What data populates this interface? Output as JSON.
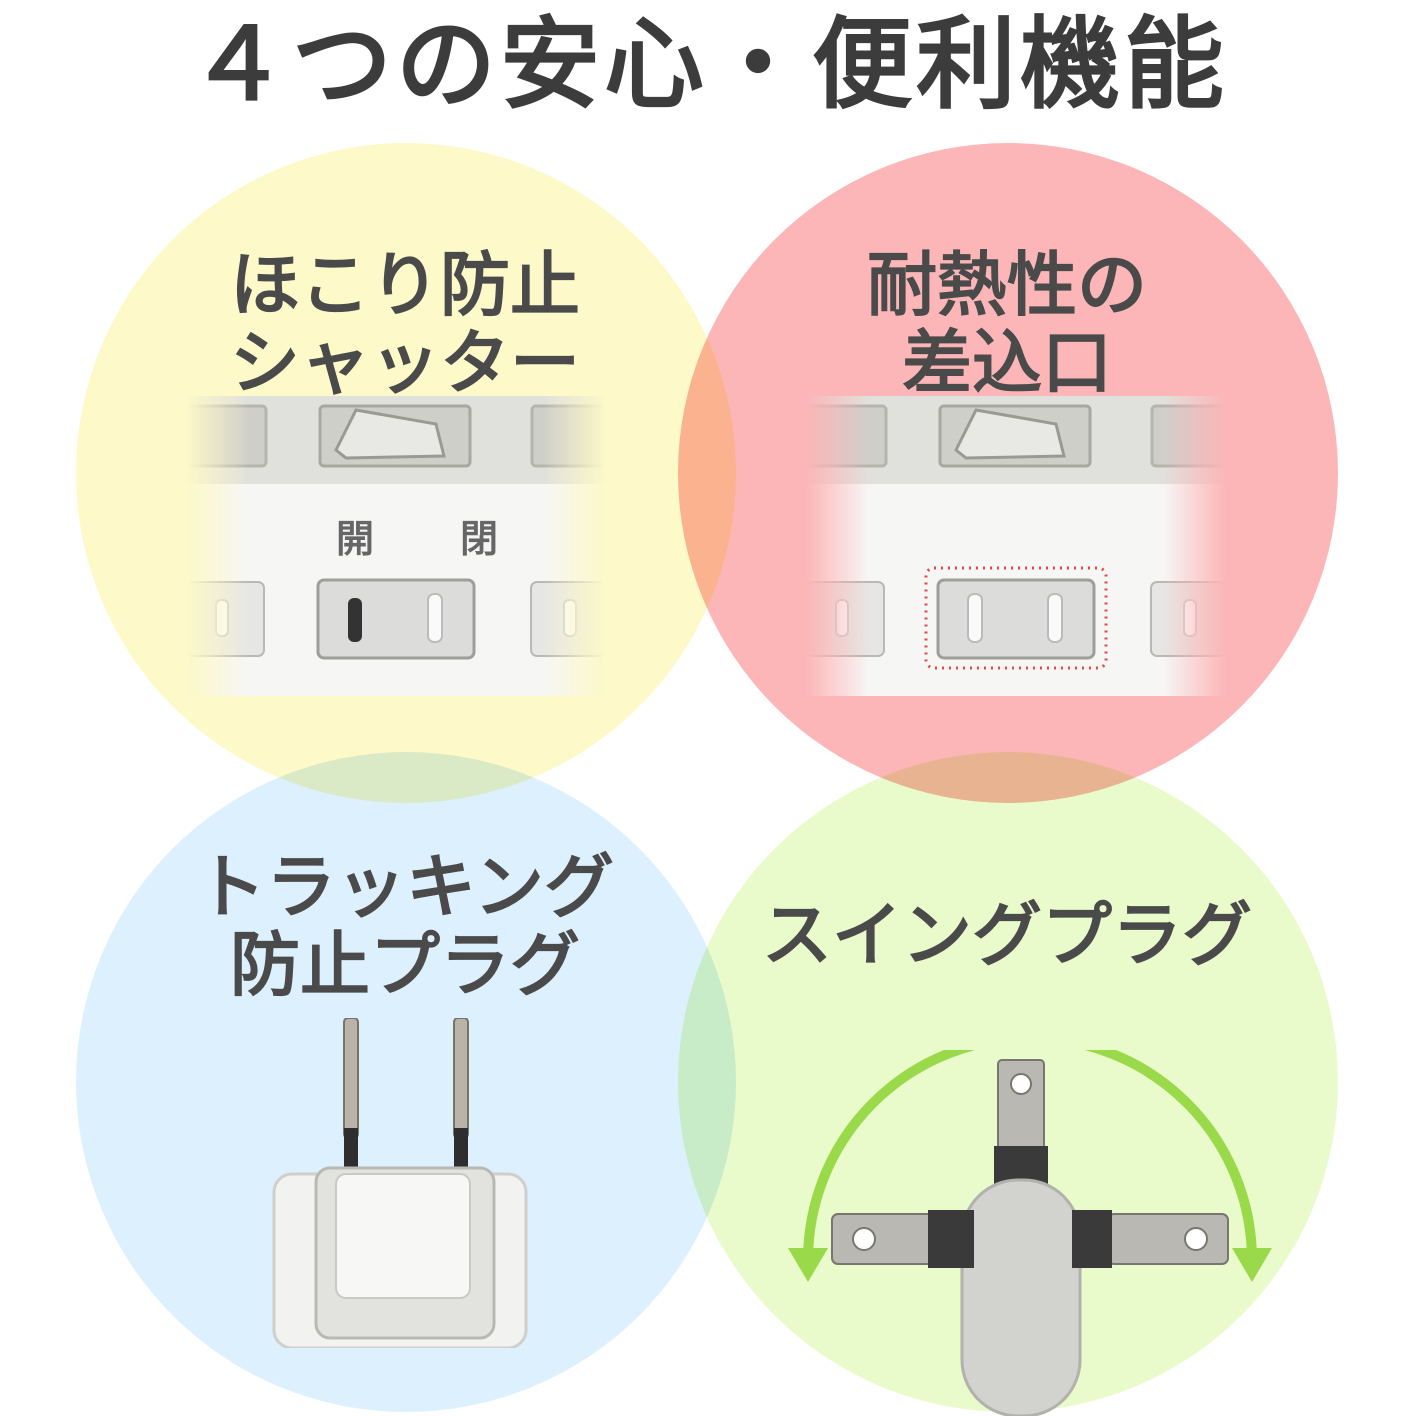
{
  "title": "４つの安心・便利機能",
  "features": [
    {
      "id": "dust",
      "line1": "ほこり防止",
      "line2": "シャッター",
      "circle_color": "#fbf59a",
      "shutter_label": "開　閉"
    },
    {
      "id": "heat",
      "line1": "耐熱性の",
      "line2": "差込口",
      "circle_color": "#fb7a7c"
    },
    {
      "id": "track",
      "line1": "トラッキング",
      "line2": "防止プラグ",
      "circle_color": "#bfe4fb"
    },
    {
      "id": "swing",
      "line1": "スイングプラグ",
      "circle_color": "#d6f79e",
      "arrow_color": "#9ad94a"
    }
  ]
}
